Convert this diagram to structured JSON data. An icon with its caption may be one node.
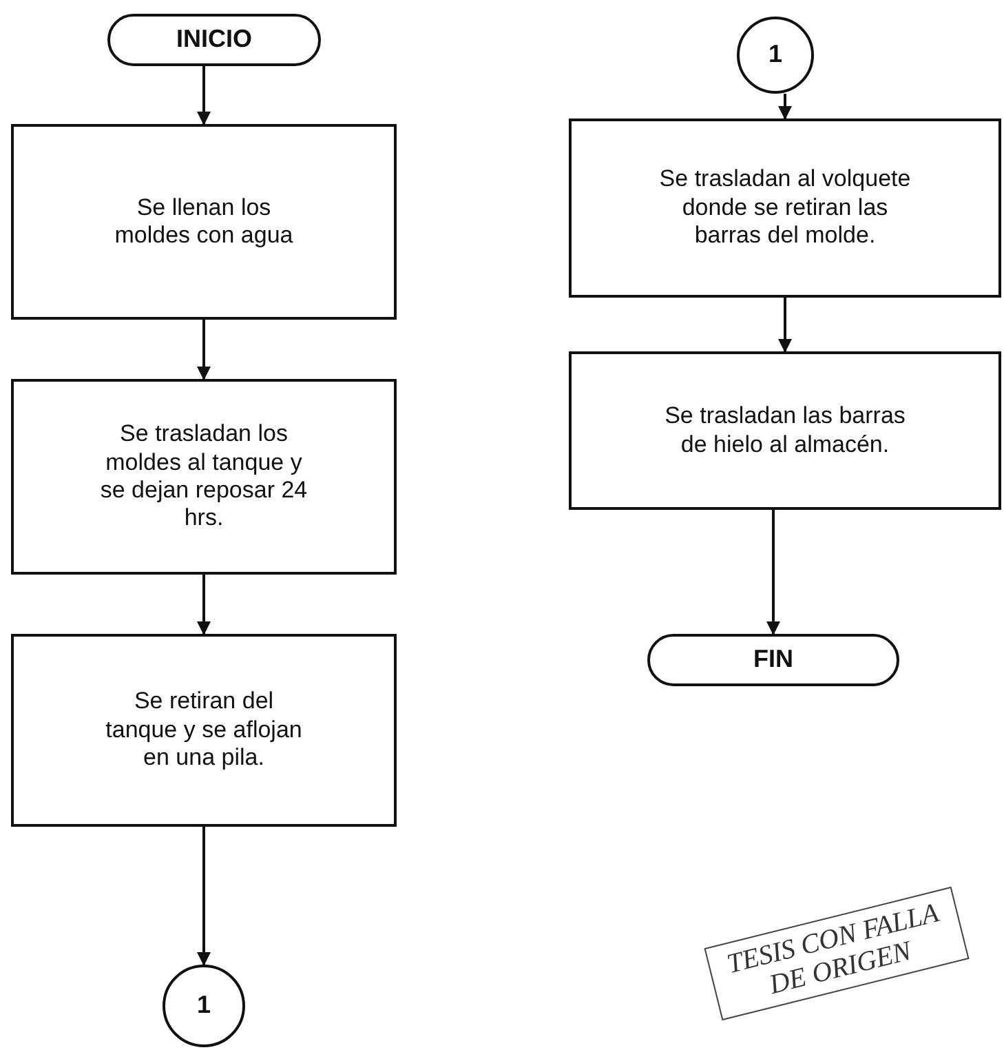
{
  "diagram": {
    "nodes": [
      {
        "text": [
          "INICIO"
        ]
      },
      {
        "text": [
          "Se llenan los moldes con agua"
        ]
      },
      {
        "text": [
          "Se trasladan los moldes al tanque y se dejan reposar 24 hrs."
        ]
      },
      {
        "text": [
          "Se retiran del tanque y se aflojan en una pila."
        ]
      },
      {
        "text": [
          "1"
        ]
      },
      {
        "text": [
          "1"
        ]
      },
      {
        "text": [
          "Se trasladan al volquete donde se retiran las barras del molde."
        ]
      },
      {
        "text": [
          "Se trasladan las barras de hielo al almacén."
        ]
      },
      {
        "text": [
          "FIN"
        ]
      }
    ],
    "edges": [
      {
        "from": 0,
        "to": 1,
        "arrow": "to"
      },
      {
        "from": 1,
        "to": 2,
        "arrow": "to"
      },
      {
        "from": 2,
        "to": 3,
        "arrow": "to"
      },
      {
        "from": 3,
        "to": 4,
        "arrow": "to"
      },
      {
        "from": 5,
        "to": 6,
        "arrow": "to"
      },
      {
        "from": 6,
        "to": 7,
        "arrow": "to"
      },
      {
        "from": 7,
        "to": 8,
        "arrow": "to"
      }
    ],
    "labels": [
      "TESIS CON FALLA DE ORIGEN"
    ]
  }
}
